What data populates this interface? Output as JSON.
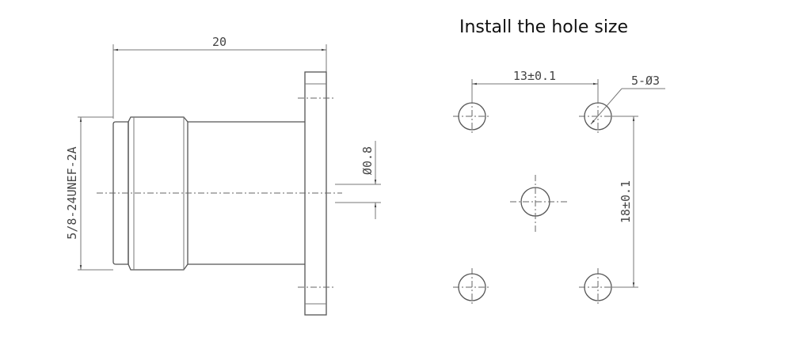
{
  "title": "Install the hole size",
  "side_view": {
    "length_label": "20",
    "thread_label": "5/8-24UNEF-2A",
    "pin_diameter_label": "Ø0.8"
  },
  "hole_pattern": {
    "horizontal_spacing_label": "13±0.1",
    "vertical_spacing_label": "18±0.1",
    "hole_callout_label": "5-Ø3"
  }
}
